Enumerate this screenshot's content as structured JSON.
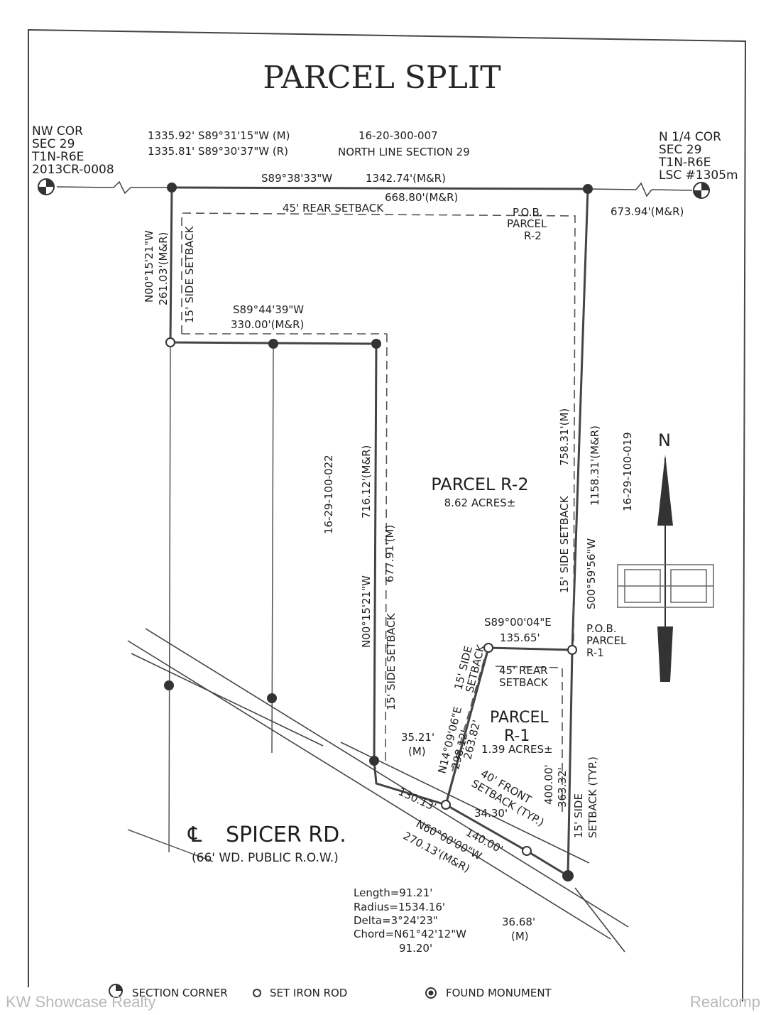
{
  "title": "PARCEL SPLIT",
  "nw_corner": [
    "NW COR",
    "SEC 29",
    "T1N-R6E",
    "2013CR-0008"
  ],
  "n_quarter_corner": [
    "N 1/4 COR",
    "SEC 29",
    "T1N-R6E",
    "LSC #1305m"
  ],
  "north_line": {
    "measured": "1335.92'  S89°31'15\"W  (M)",
    "record": "1335.81'  S89°30'37\"W  (R)",
    "parcel_id": "16-20-300-007",
    "label": "NORTH LINE SECTION 29",
    "bearing": "S89°38'33\"W",
    "total": "1342.74'(M&R)",
    "segment": "668.80'(M&R)",
    "east_segment": "673.94'(M&R)"
  },
  "rear_setback_top": "45'  REAR  SETBACK",
  "pob_r2": [
    "P.O.B.",
    "PARCEL",
    "R-2"
  ],
  "west_line": {
    "bearing": "N00°15'21\"W",
    "distance": "261.03'(M&R)",
    "setback": "15'  SIDE  SETBACK"
  },
  "mid_line": {
    "bearing": "S89°44'39\"W",
    "distance": "330.00'(M&R)"
  },
  "parcel_ids": {
    "west": "16-29-100-022",
    "east": "16-29-100-019"
  },
  "r2_west_line": {
    "distance_mr": "716.12'(M&R)",
    "distance_m": "677.91'(M)",
    "bearing": "N00°15'21\"W",
    "setback": "15'  SIDE  SETBACK"
  },
  "parcel_r2": {
    "name": "PARCEL  R-2",
    "acres": "8.62  ACRES±"
  },
  "east_line": {
    "distance_m": "758.31'(M)",
    "setback": "15'  SIDE  SETBACK",
    "distance_mr": "1158.31'(M&R)",
    "bearing": "S00°59'56\"W"
  },
  "north_arrow": "N",
  "r1_top": {
    "bearing": "S89°00'04\"E",
    "distance": "135.65'"
  },
  "pob_r1": [
    "P.O.B.",
    "PARCEL",
    "R-1"
  ],
  "rear_setback_r1": [
    "45'  REAR",
    "SETBACK"
  ],
  "r1_west": {
    "setback": [
      "15'  SIDE",
      "SETBACK"
    ],
    "bearing": "N14°09'06\"E",
    "dist1": "298.12'",
    "dist2": "263.82'"
  },
  "parcel_r1": {
    "name": [
      "PARCEL",
      "R-1"
    ],
    "acres": "1.39  ACRES±"
  },
  "r1_east": {
    "d1": "400.00'",
    "d2": "363.32'",
    "setback": [
      "15'  SIDE",
      "SETBACK  (TYP.)"
    ]
  },
  "small_dims": {
    "a": "35.21'",
    "a_note": "(M)",
    "b": "130.13'",
    "c": "34.30'",
    "d": "140.00'",
    "e": "36.68'",
    "e_note": "(M)"
  },
  "front_setback": [
    "40'  FRONT",
    "SETBACK  (TYP.)"
  ],
  "road_line": {
    "bearing": "N60°00'00\"W",
    "distance": "270.13'(M&R)"
  },
  "road": {
    "name": "SPICER  RD.",
    "cl": "℄",
    "row": "(66'  WD.  PUBLIC  R.O.W.)"
  },
  "curve": [
    "Length=91.21'",
    "Radius=1534.16'",
    "Delta=3°24'23\"",
    "Chord=N61°42'12\"W",
    "91.20'"
  ],
  "legend": [
    "SECTION  CORNER",
    "SET  IRON  ROD",
    "FOUND  MONUMENT"
  ],
  "watermark_left": "KW Showcase Realty",
  "watermark_right": "Realcomp"
}
